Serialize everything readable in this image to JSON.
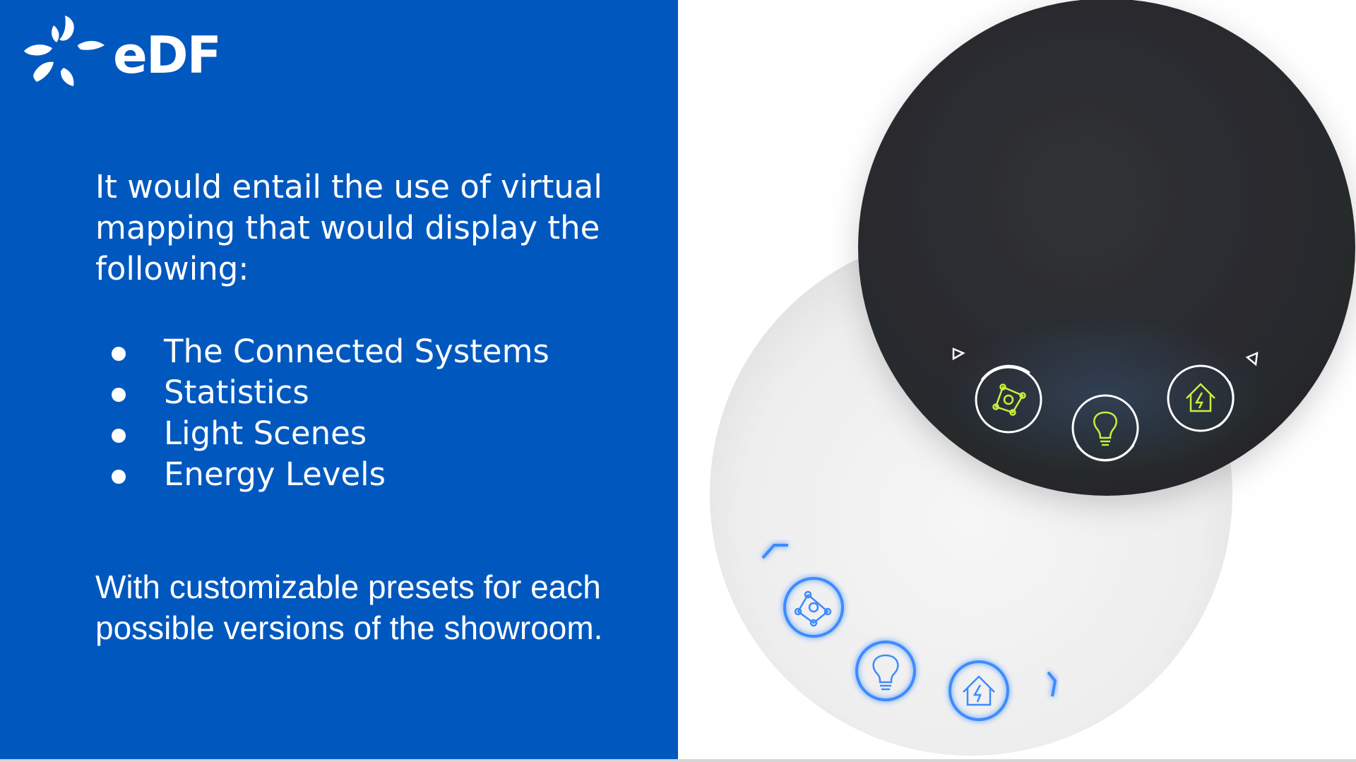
{
  "brand": {
    "logo_text": "eDF",
    "panel_color": "#0058bf"
  },
  "intro_text": "It would entail the use of virtual mapping that would display the following:",
  "bullets": [
    "The Connected Systems",
    "Statistics",
    "Light Scenes",
    "Energy Levels"
  ],
  "closing_text": "With customizable presets for each possible versions of the showroom.",
  "illustration": {
    "dark_dial_icons": [
      "connected-systems-icon",
      "light-bulb-icon",
      "energy-house-icon"
    ],
    "light_dial_icons": [
      "connected-systems-icon",
      "light-bulb-icon",
      "energy-house-icon"
    ],
    "dark_icon_color": "#c8f03c",
    "light_icon_color": "#3d8bff",
    "dark_dial_color": "#2b2d31",
    "light_dial_color": "#f1f1f1"
  }
}
